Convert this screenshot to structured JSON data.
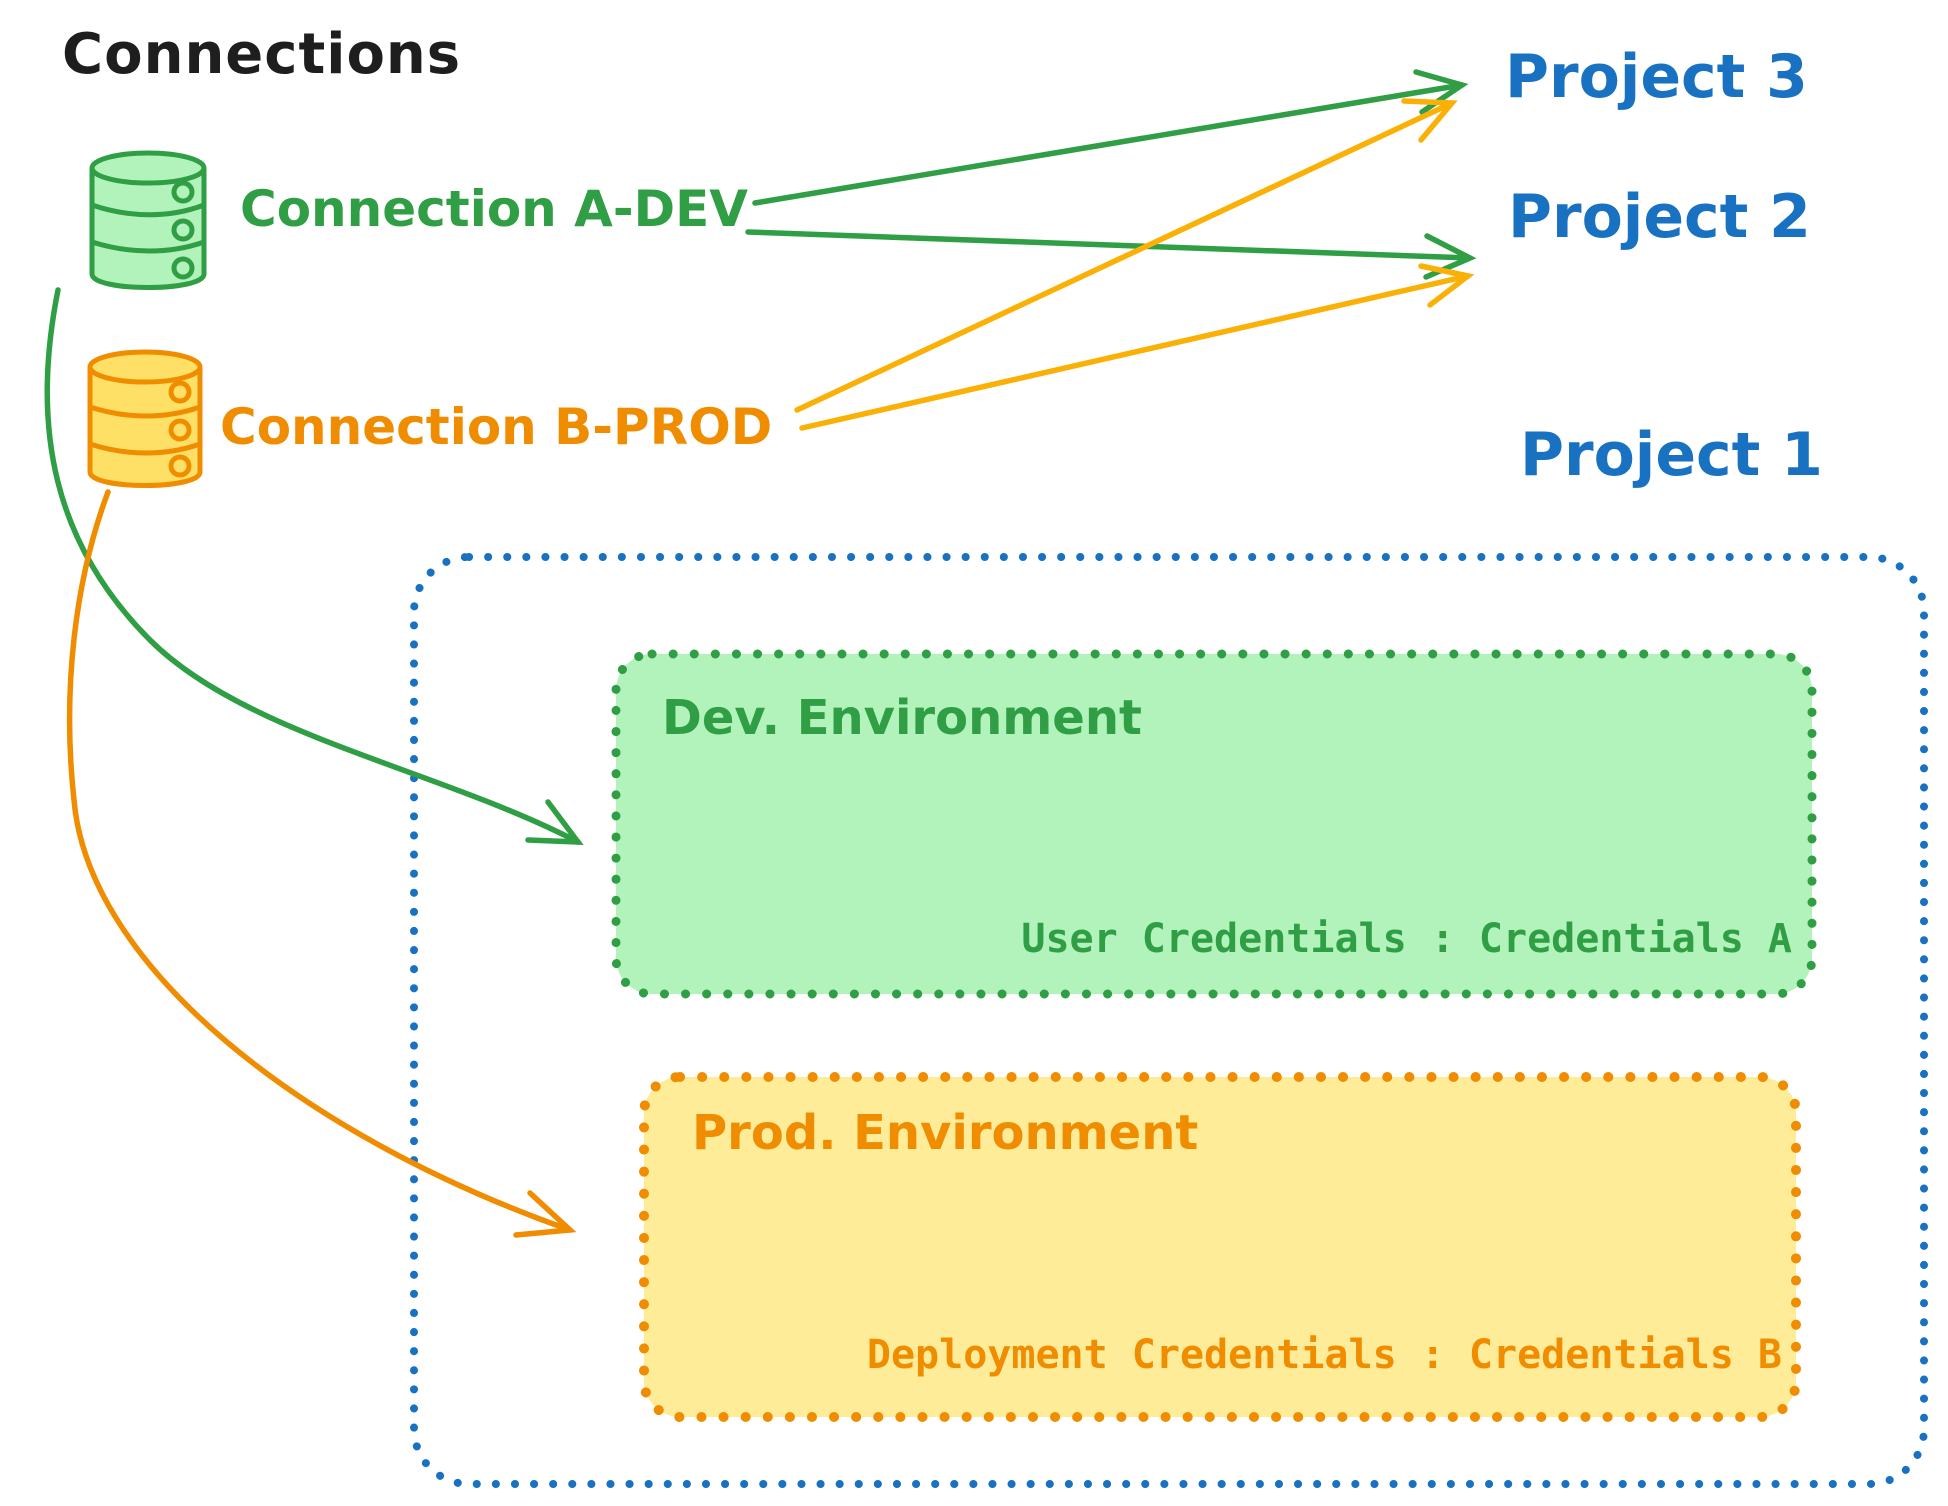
{
  "title": "Connections",
  "connections": [
    {
      "label": "Connection A-DEV",
      "type": "database-icon",
      "color": "#2f9e44",
      "fill": "#b2f2bb"
    },
    {
      "label": "Connection B-PROD",
      "type": "database-icon",
      "color": "#f08c00",
      "fill": "#ffe066"
    }
  ],
  "projects": [
    {
      "label": "Project 3"
    },
    {
      "label": "Project 2"
    },
    {
      "label": "Project 1"
    }
  ],
  "environments": [
    {
      "name": "Dev. Environment",
      "credentials": "User Credentials : Credentials A",
      "stroke": "#2f9e44",
      "fill": "#b2f2bb"
    },
    {
      "name": "Prod. Environment",
      "credentials": "Deployment Credentials : Credentials B",
      "stroke": "#f08c00",
      "fill": "#ffec99"
    }
  ],
  "edges": [
    {
      "from": "Connection A-DEV",
      "to": "Project 3",
      "color": "#2f9e44",
      "style": "straight-arrow"
    },
    {
      "from": "Connection A-DEV",
      "to": "Project 2",
      "color": "#2f9e44",
      "style": "straight-arrow"
    },
    {
      "from": "Connection B-PROD",
      "to": "Project 3",
      "color": "#fab005",
      "style": "straight-arrow"
    },
    {
      "from": "Connection B-PROD",
      "to": "Project 2",
      "color": "#fab005",
      "style": "straight-arrow"
    },
    {
      "from": "Connection A-DEV",
      "to": "Dev. Environment",
      "color": "#2f9e44",
      "style": "curved-arrow"
    },
    {
      "from": "Connection B-PROD",
      "to": "Prod. Environment",
      "color": "#f08c00",
      "style": "curved-arrow"
    }
  ],
  "colors": {
    "title": "#1e1e1e",
    "project_blue": "#1971c2",
    "green": "#2f9e44",
    "green_fill": "#b2f2bb",
    "orange": "#f08c00",
    "orange_fill": "#ffec99",
    "yellow_arrow": "#fab005",
    "background": "#ffffff"
  }
}
